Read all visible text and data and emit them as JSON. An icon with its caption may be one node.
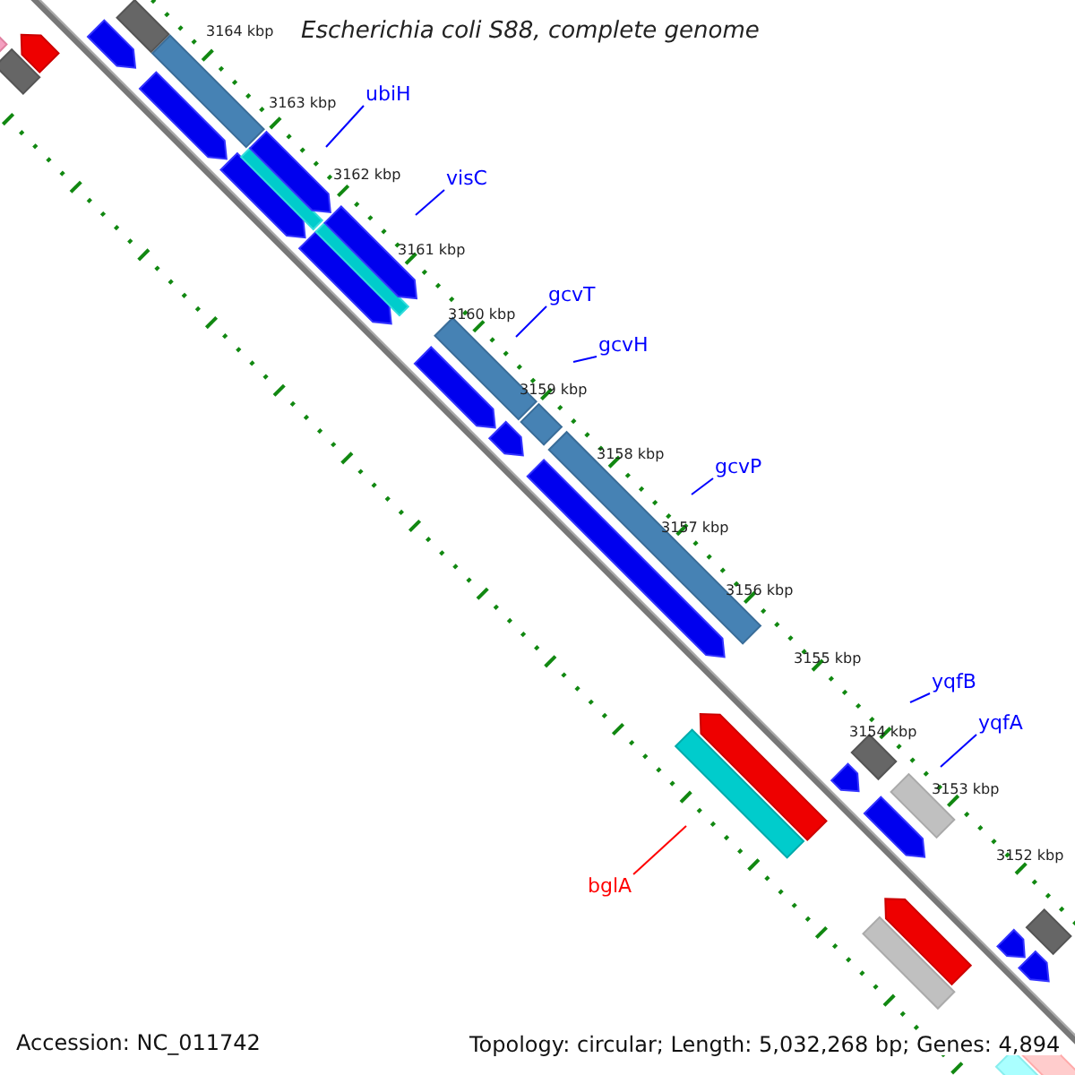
{
  "diagram": {
    "title": "Escherichia coli S88, complete genome",
    "nodes": [
      {
        "text": [
          "ubiH"
        ]
      },
      {
        "text": [
          "visC"
        ]
      },
      {
        "text": [
          "gcvT"
        ]
      },
      {
        "text": [
          "gcvH"
        ]
      },
      {
        "text": [
          "gcvP"
        ]
      },
      {
        "text": [
          "yqfB"
        ]
      },
      {
        "text": [
          "yqfA"
        ]
      },
      {
        "text": [
          "bglA"
        ]
      }
    ],
    "edges": [
      {
        "from": 0,
        "to": null,
        "arrow": "none"
      },
      {
        "from": 1,
        "to": null,
        "arrow": "none"
      },
      {
        "from": 2,
        "to": null,
        "arrow": "none"
      },
      {
        "from": 3,
        "to": null,
        "arrow": "none"
      },
      {
        "from": 4,
        "to": null,
        "arrow": "none"
      },
      {
        "from": 5,
        "to": null,
        "arrow": "none"
      },
      {
        "from": 6,
        "to": null,
        "arrow": "none"
      },
      {
        "from": 7,
        "to": null,
        "arrow": "none",
        "color": "#ff0000"
      }
    ],
    "labels": [
      "3164 kbp",
      "3163 kbp",
      "3162 kbp",
      "3161 kbp",
      "3160 kbp",
      "3159 kbp",
      "3158 kbp",
      "3157 kbp",
      "3156 kbp",
      "3155 kbp",
      "3154 kbp",
      "3153 kbp",
      "3152 kbp",
      "Accession: NC_011742",
      "Topology: circular; Length: 5,032,268 bp; Genes: 4,894"
    ]
  }
}
